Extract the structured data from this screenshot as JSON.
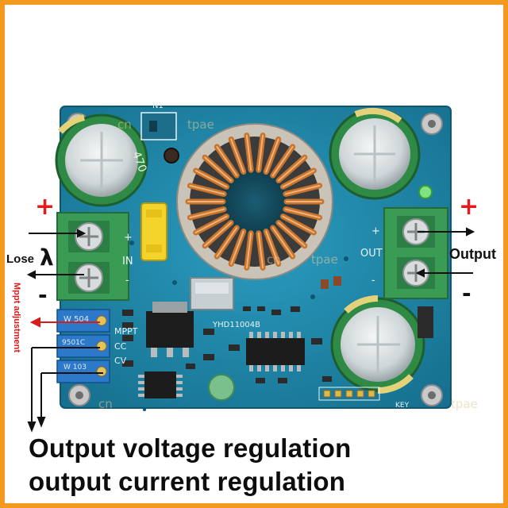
{
  "annotations": {
    "input_label": "Lose",
    "lambda_symbol": "λ",
    "output_label": "Output",
    "mppt_label": "Mppt adjustment",
    "left_plus": "+",
    "left_minus": "-",
    "right_plus": "+",
    "right_minus": "-"
  },
  "captions": {
    "line1": "Output voltage regulation",
    "line2": "output current regulation"
  },
  "silkscreen": {
    "in_label": "IN",
    "out_label": "OUT",
    "mppt": "MPPT",
    "cc": "CC",
    "cv": "CV",
    "model": "YHD11004B",
    "key": "KEY",
    "n1": "N1",
    "in_plus": "+",
    "in_minus": "-",
    "out_plus": "+",
    "out_minus": "-"
  },
  "potentiometers": {
    "pot1": "W 504",
    "pot2": "9501C",
    "pot3": "W 103"
  },
  "capacitor_print": "470",
  "watermarks": [
    "cn",
    "tpae",
    "cn",
    "tpae",
    "cn",
    "tpae"
  ],
  "colors": {
    "border": "#f39a1e",
    "pcb": "#1e86a8",
    "terminal": "#3a9b55",
    "annotation_arrow": "#d81b1b",
    "copper": "#c8742c"
  }
}
